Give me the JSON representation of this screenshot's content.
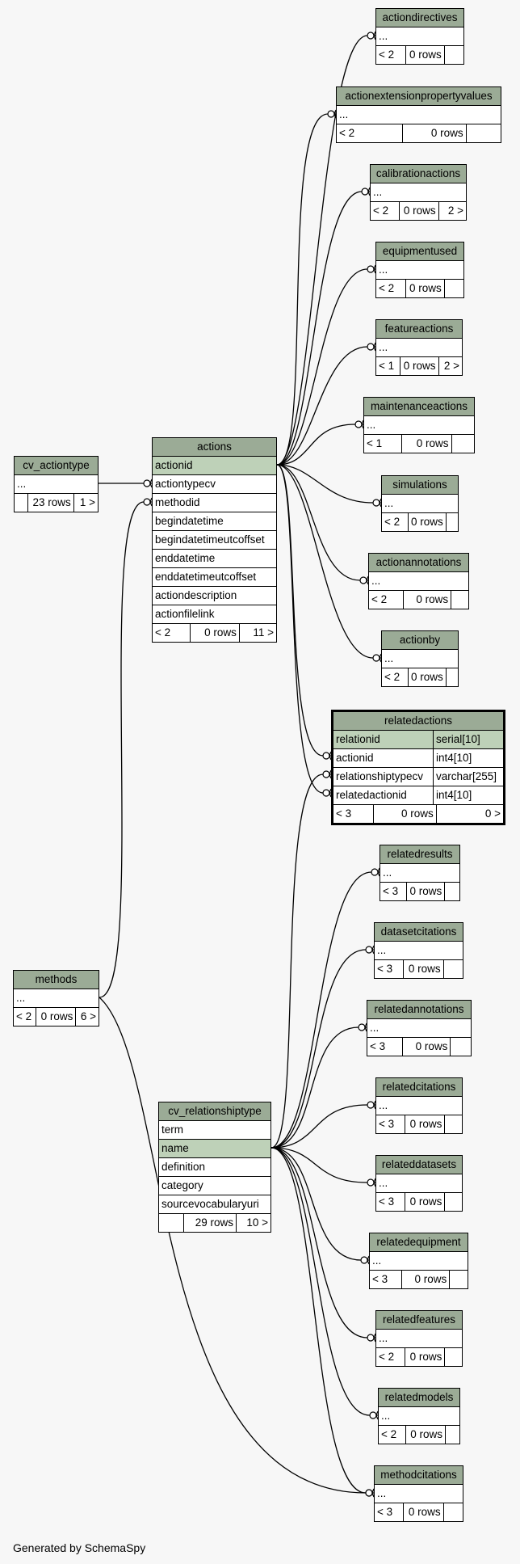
{
  "footer": "Generated by SchemaSpy",
  "tables": {
    "cv_actiontype": {
      "name": "cv_actiontype",
      "rows": [
        "..."
      ],
      "footer": [
        "",
        "23 rows",
        "1 >"
      ]
    },
    "methods": {
      "name": "methods",
      "rows": [
        "..."
      ],
      "footer": [
        "< 2",
        "0 rows",
        "6 >"
      ]
    },
    "actions": {
      "name": "actions",
      "rows": [
        "actionid",
        "actiontypecv",
        "methodid",
        "begindatetime",
        "begindatetimeutcoffset",
        "enddatetime",
        "enddatetimeutcoffset",
        "actiondescription",
        "actionfilelink"
      ],
      "footer": [
        "< 2",
        "0 rows",
        "11 >"
      ]
    },
    "cv_relationshiptype": {
      "name": "cv_relationshiptype",
      "rows": [
        "term",
        "name",
        "definition",
        "category",
        "sourcevocabularyuri"
      ],
      "footer": [
        "",
        "29 rows",
        "10 >"
      ]
    },
    "relatedactions": {
      "name": "relatedactions",
      "rows": [
        [
          "relationid",
          "serial[10]"
        ],
        [
          "actionid",
          "int4[10]"
        ],
        [
          "relationshiptypecv",
          "varchar[255]"
        ],
        [
          "relatedactionid",
          "int4[10]"
        ]
      ],
      "footer": [
        "< 3",
        "0 rows",
        "0 >"
      ]
    },
    "actiondirectives": {
      "name": "actiondirectives",
      "rows": [
        "..."
      ],
      "footer": [
        "< 2",
        "0 rows",
        ""
      ]
    },
    "actionextensionpropertyvalues": {
      "name": "actionextensionpropertyvalues",
      "rows": [
        "..."
      ],
      "footer": [
        "< 2",
        "0 rows",
        ""
      ]
    },
    "calibrationactions": {
      "name": "calibrationactions",
      "rows": [
        "..."
      ],
      "footer": [
        "< 2",
        "0 rows",
        "2 >"
      ]
    },
    "equipmentused": {
      "name": "equipmentused",
      "rows": [
        "..."
      ],
      "footer": [
        "< 2",
        "0 rows",
        ""
      ]
    },
    "featureactions": {
      "name": "featureactions",
      "rows": [
        "..."
      ],
      "footer": [
        "< 1",
        "0 rows",
        "2 >"
      ]
    },
    "maintenanceactions": {
      "name": "maintenanceactions",
      "rows": [
        "..."
      ],
      "footer": [
        "< 1",
        "0 rows",
        ""
      ]
    },
    "simulations": {
      "name": "simulations",
      "rows": [
        "..."
      ],
      "footer": [
        "< 2",
        "0 rows",
        ""
      ]
    },
    "actionannotations": {
      "name": "actionannotations",
      "rows": [
        "..."
      ],
      "footer": [
        "< 2",
        "0 rows",
        ""
      ]
    },
    "actionby": {
      "name": "actionby",
      "rows": [
        "..."
      ],
      "footer": [
        "< 2",
        "0 rows",
        ""
      ]
    },
    "relatedresults": {
      "name": "relatedresults",
      "rows": [
        "..."
      ],
      "footer": [
        "< 3",
        "0 rows",
        ""
      ]
    },
    "datasetcitations": {
      "name": "datasetcitations",
      "rows": [
        "..."
      ],
      "footer": [
        "< 3",
        "0 rows",
        ""
      ]
    },
    "relatedannotations": {
      "name": "relatedannotations",
      "rows": [
        "..."
      ],
      "footer": [
        "< 3",
        "0 rows",
        ""
      ]
    },
    "relatedcitations": {
      "name": "relatedcitations",
      "rows": [
        "..."
      ],
      "footer": [
        "< 3",
        "0 rows",
        ""
      ]
    },
    "relateddatasets": {
      "name": "relateddatasets",
      "rows": [
        "..."
      ],
      "footer": [
        "< 3",
        "0 rows",
        ""
      ]
    },
    "relatedequipment": {
      "name": "relatedequipment",
      "rows": [
        "..."
      ],
      "footer": [
        "< 3",
        "0 rows",
        ""
      ]
    },
    "relatedfeatures": {
      "name": "relatedfeatures",
      "rows": [
        "..."
      ],
      "footer": [
        "< 2",
        "0 rows",
        ""
      ]
    },
    "relatedmodels": {
      "name": "relatedmodels",
      "rows": [
        "..."
      ],
      "footer": [
        "< 2",
        "0 rows",
        ""
      ]
    },
    "methodcitations": {
      "name": "methodcitations",
      "rows": [
        "..."
      ],
      "footer": [
        "< 3",
        "0 rows",
        ""
      ]
    }
  },
  "colors": {
    "header": "#9bab96",
    "primary_key": "#bed1b8",
    "background": "#f7f7f7"
  }
}
